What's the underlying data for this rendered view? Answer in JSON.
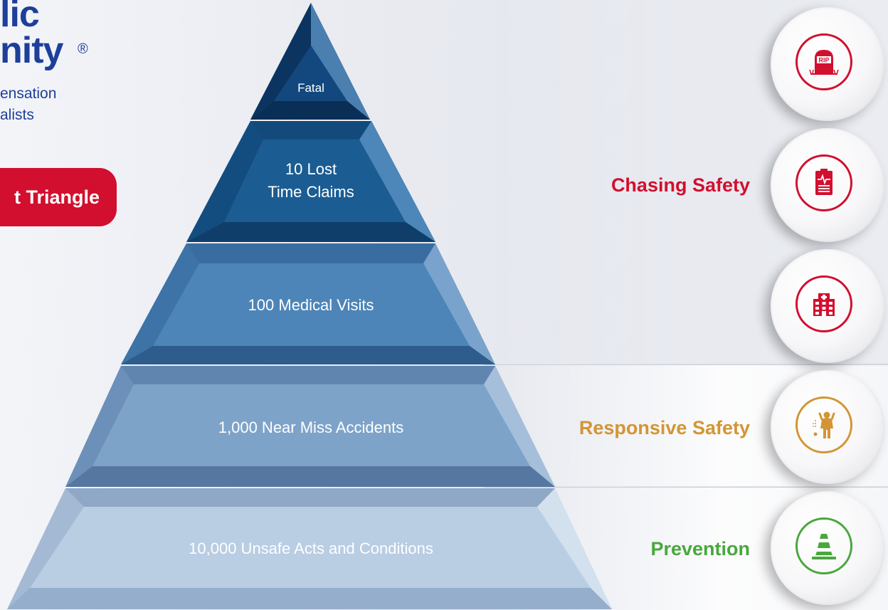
{
  "logo": {
    "line1": "lic",
    "line2": "nity",
    "registered": "®",
    "sub1": "ensation",
    "sub2": "alists"
  },
  "badge": {
    "label": "t Triangle"
  },
  "pyramid": {
    "levels": [
      {
        "label": "Fatal",
        "color": "#0d3d6e"
      },
      {
        "label_line1": "10 Lost",
        "label_line2": "Time Claims",
        "color": "#1a5a90"
      },
      {
        "label": "100 Medical Visits",
        "color": "#4a82b5"
      },
      {
        "label": "1,000 Near Miss Accidents",
        "color": "#7ea3c9"
      },
      {
        "label": "10,000 Unsafe Acts and Conditions",
        "color": "#b0c6df"
      }
    ]
  },
  "zones": [
    {
      "label": "Chasing Safety",
      "color": "#d20f2e"
    },
    {
      "label": "Responsive Safety",
      "color": "#d39534"
    },
    {
      "label": "Prevention",
      "color": "#49a73d"
    }
  ],
  "icons": [
    {
      "name": "rip-gravestone-icon",
      "text": "RIP",
      "color": "#d20f2e"
    },
    {
      "name": "medical-chart-icon",
      "color": "#d20f2e"
    },
    {
      "name": "hospital-icon",
      "color": "#d20f2e"
    },
    {
      "name": "worker-hazard-icon",
      "color": "#d39534"
    },
    {
      "name": "traffic-cone-icon",
      "color": "#49a73d"
    }
  ]
}
